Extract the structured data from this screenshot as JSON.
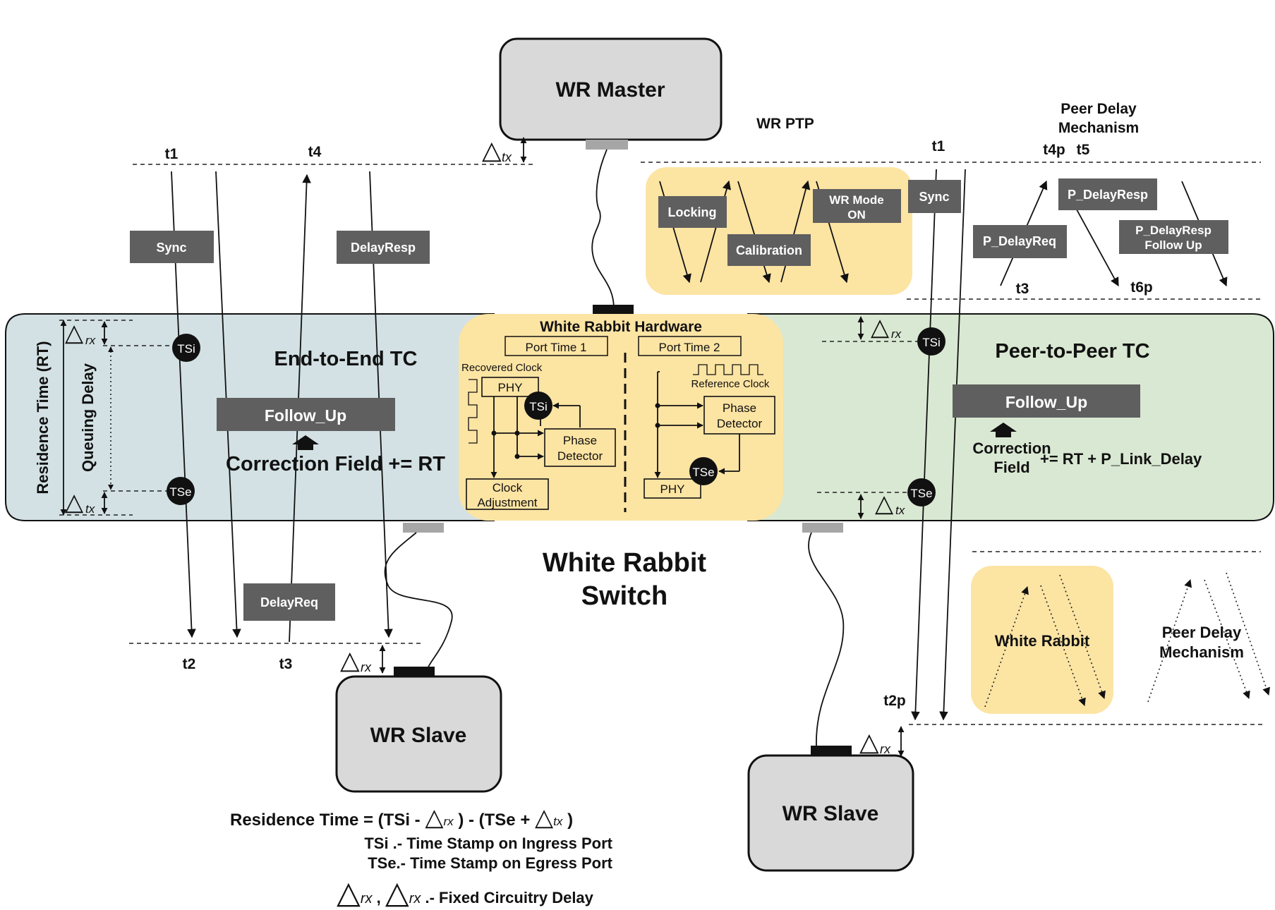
{
  "master": {
    "title": "WR Master"
  },
  "slave_left": {
    "title": "WR  Slave"
  },
  "slave_right": {
    "title": "WR  Slave"
  },
  "switch_label": {
    "line1": "White Rabbit",
    "line2": "Switch"
  },
  "wr_ptp": {
    "title": "WR PTP",
    "locking": "Locking",
    "calibration": "Calibration",
    "wr_mode_line1": "WR Mode",
    "wr_mode_line2": "ON"
  },
  "peer_delay": {
    "title_line1": "Peer Delay",
    "title_line2": "Mechanism",
    "sync": "Sync",
    "p_delay_req": "P_DelayReq",
    "p_delay_resp": "P_DelayResp",
    "p_delay_resp_fu_line1": "P_DelayResp",
    "p_delay_resp_fu_line2": "Follow Up",
    "t1": "t1",
    "t4p": "t4p",
    "t5": "t5",
    "t3": "t3",
    "t6p": "t6p",
    "t2p": "t2p"
  },
  "e2e": {
    "title": "End-to-End TC",
    "sync": "Sync",
    "delay_resp": "DelayResp",
    "delay_req": "DelayReq",
    "follow_up": "Follow_Up",
    "correction": "Correction Field += RT",
    "residence_time": "Residence Time (RT)",
    "queuing_delay": "Queuing Delay",
    "t1": "t1",
    "t4": "t4",
    "t2": "t2",
    "t3": "t3",
    "tsi": "TSi",
    "tse": "TSe"
  },
  "hardware": {
    "title": "White Rabbit Hardware",
    "port1": "Port Time 1",
    "port2": "Port Time 2",
    "recovered_clock": "Recovered Clock",
    "reference_clock": "Reference Clock",
    "phy": "PHY",
    "phase_line1": "Phase",
    "phase_line2": "Detector",
    "clock_adj_line1": "Clock",
    "clock_adj_line2": "Adjustment",
    "tsi": "TSi",
    "tse": "TSe"
  },
  "p2p": {
    "title": "Peer-to-Peer TC",
    "follow_up": "Follow_Up",
    "correction_line1": "Correction",
    "correction_line2": "Field",
    "correction_formula": "+= RT + P_Link_Delay",
    "tsi": "TSi",
    "tse": "TSe"
  },
  "legend": {
    "white_rabbit": "White Rabbit",
    "peer_delay_line1": "Peer Delay",
    "peer_delay_line2": "Mechanism"
  },
  "formula": {
    "rt_prefix": "Residence Time = (TSi - ",
    "rt_middle": " ) - (TSe + ",
    "rt_suffix": " )",
    "tsi_def": "TSi .- Time Stamp on Ingress Port",
    "tse_def": "TSe.- Time Stamp on Egress Port",
    "comma": " , ",
    "fixed_delay": " .- Fixed Circuitry Delay"
  },
  "delta": {
    "symbol": "△",
    "rx": "rx",
    "tx": "tx"
  },
  "colors": {
    "e2e_bg": "#d3e1e4",
    "p2p_bg": "#d9e8d2",
    "hw_bg": "#fce4a3",
    "box_gray": "#5f5f5f",
    "node_bg": "#d9d9d9"
  }
}
